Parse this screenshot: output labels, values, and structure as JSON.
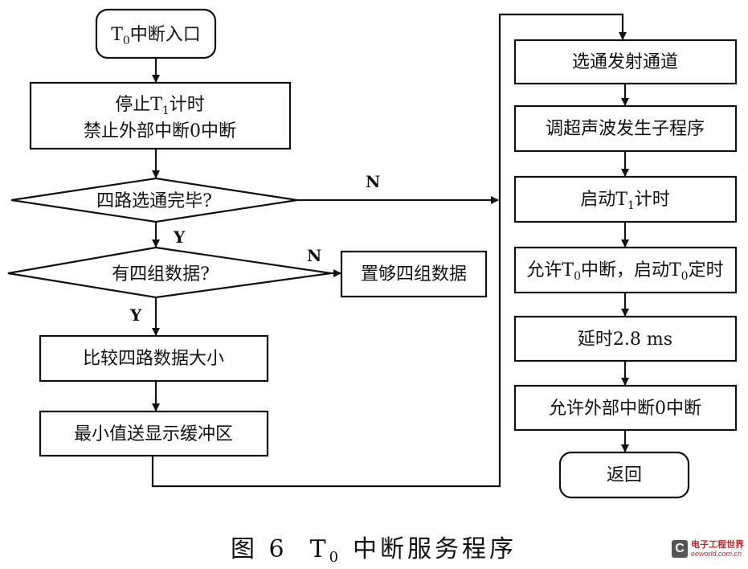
{
  "nodes": {
    "start": {
      "pre": "T",
      "sub": "0",
      "post": "中断入口"
    },
    "stop_t1": {
      "line1_pre": "停止T",
      "line1_sub": "1",
      "line1_post": "计时",
      "line2": "禁止外部中断0中断"
    },
    "decision_four_paths": {
      "text": "四路选通完毕?"
    },
    "decision_four_groups": {
      "text": "有四组数据?"
    },
    "set_four_groups": {
      "text": "置够四组数据"
    },
    "compare": {
      "text": "比较四路数据大小"
    },
    "min_to_buffer": {
      "text": "最小值送显示缓冲区"
    },
    "select_channel": {
      "text": "选通发射通道"
    },
    "call_ultrasonic": {
      "text": "调超声波发生子程序"
    },
    "start_t1": {
      "pre": "启动T",
      "sub": "1",
      "post": "计时"
    },
    "enable_t0": {
      "a": "允许T",
      "a_sub": "0",
      "b": "中断，启动T",
      "b_sub": "0",
      "c": "定时"
    },
    "delay": {
      "text": "延时2.8 ms"
    },
    "enable_ext0": {
      "text": "允许外部中断0中断"
    },
    "return": {
      "text": "返回"
    }
  },
  "edge_labels": {
    "n1": "N",
    "y1": "Y",
    "n2": "N",
    "y2": "Y"
  },
  "caption": {
    "fig": "图 6",
    "t": "T",
    "t_sub": "0",
    "rest": "中断服务程序"
  },
  "watermark": {
    "cn": "电子工程世界",
    "en": "eeworld.com.cn"
  },
  "colors": {
    "line": "#111111",
    "watermark_red": "#c0272d"
  }
}
